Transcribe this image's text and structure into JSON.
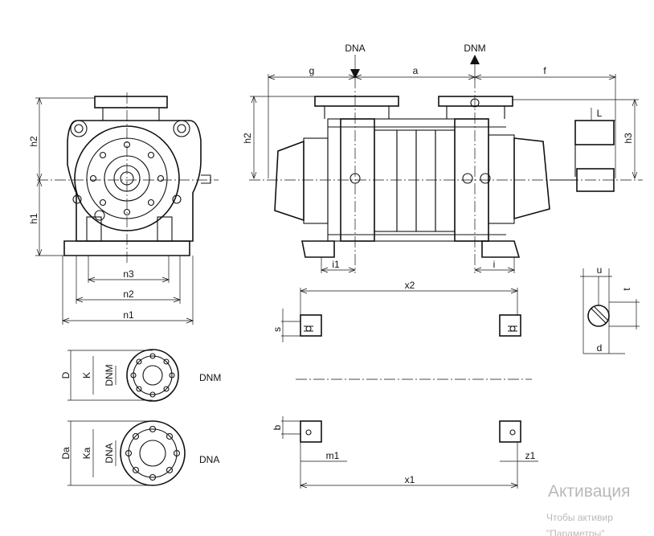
{
  "labels": {
    "dna": "DNA",
    "dnm": "DNM",
    "g": "g",
    "a": "a",
    "f": "f",
    "h2_front": "h2",
    "h1": "h1",
    "h2_side": "h2",
    "h3": "h3",
    "L": "L",
    "n1": "n1",
    "n2": "n2",
    "n3": "n3",
    "i1": "i1",
    "i": "i",
    "x2": "x2",
    "x1": "x1",
    "s": "s",
    "b": "b",
    "m1": "m1",
    "z1": "z1",
    "u": "u",
    "t": "t",
    "d": "d",
    "flange_dnm_D": "D",
    "flange_dnm_K": "K",
    "flange_dnm_inner": "DNM",
    "flange_dnm_name": "DNM",
    "flange_dna_D": "Da",
    "flange_dna_K": "Ka",
    "flange_dna_inner": "DNA",
    "flange_dna_name": "DNA"
  },
  "watermark": {
    "title": "Активация",
    "line1": "Чтобы активир",
    "line2": "\"Параметры\""
  }
}
